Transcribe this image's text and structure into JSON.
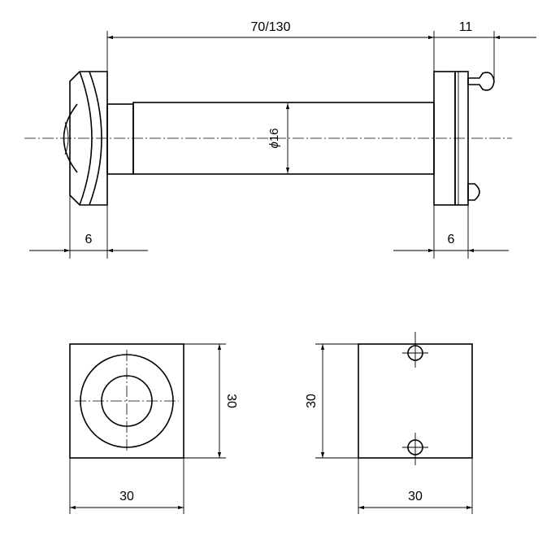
{
  "drawing": {
    "side_view": {
      "length_dim": "70/130",
      "pin_dim": "11",
      "diameter_symbol": "ϕ",
      "diameter_value": "16",
      "left_flange_dim": "6",
      "right_flange_dim": "6"
    },
    "front_view": {
      "width_dim": "30",
      "height_dim": "30"
    },
    "back_view": {
      "width_dim": "30",
      "height_dim": "30"
    }
  }
}
